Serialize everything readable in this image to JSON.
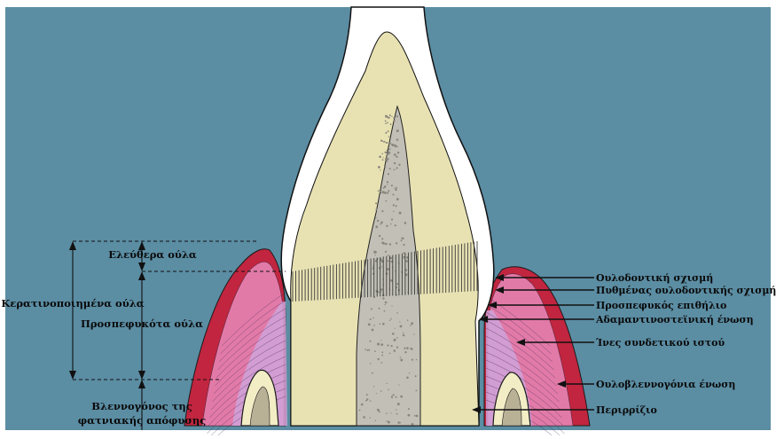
{
  "colors": {
    "background": "#5b8da3",
    "enamel": "#ffffff",
    "dentin": "#e8e2b3",
    "pulp": "#c2c0b6",
    "gum_outer": "#c2253f",
    "gum_inner": "#e27aa8",
    "connective": "#cfa3d9",
    "bone_outline": "#f3edc6"
  },
  "labels_right": {
    "gingival_sulcus": "Ουλοδοντική σχισμή",
    "sulcus_floor": "Πυθμένας ουλοδοντικής σχισμής",
    "junctional_epithelium": "Προσπεφυκός επιθήλιο",
    "cementoenamel_junction": "Αδαμαντινοστεϊνική ένωση",
    "connective_fibers": "Ίνες συνδετικού ιστού",
    "mucogingival_junction": "Ουλοβλεννογόνια ένωση",
    "periodontal_ligament": "Περιρρίζιο"
  },
  "labels_left": {
    "free_gingiva": "Ελεύθερα ούλα",
    "keratinized_gingiva": "Κερατινοποιημένα ούλα",
    "attached_gingiva": "Προσπεφυκότα ούλα",
    "alveolar_mucosa_line1": "Βλεννογόνος της",
    "alveolar_mucosa_line2": "φατνιακής απόφυσης"
  }
}
